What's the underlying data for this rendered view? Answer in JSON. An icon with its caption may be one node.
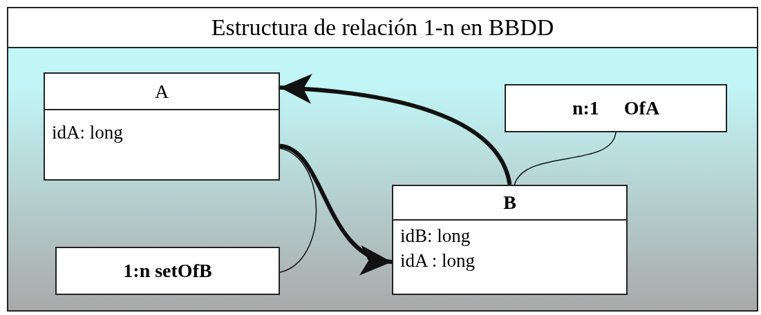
{
  "diagram": {
    "title": "Estructura de relación 1-n en BBDD",
    "nodes": [
      {
        "text": [
          "A",
          "idA: long"
        ]
      },
      {
        "text": [
          "n:1",
          "OfA"
        ]
      },
      {
        "text": [
          "B",
          "idB: long",
          "idA : long"
        ]
      },
      {
        "text": [
          "1:n setOfB"
        ]
      }
    ],
    "edges": [
      {
        "from": 2,
        "to": 0,
        "arrow": "to",
        "style": "thick"
      },
      {
        "from": 0,
        "to": 2,
        "arrow": "to",
        "style": "thick"
      },
      {
        "from": 1,
        "to": 2,
        "arrow": "none"
      },
      {
        "from": 3,
        "to": 0,
        "arrow": "none"
      }
    ]
  }
}
